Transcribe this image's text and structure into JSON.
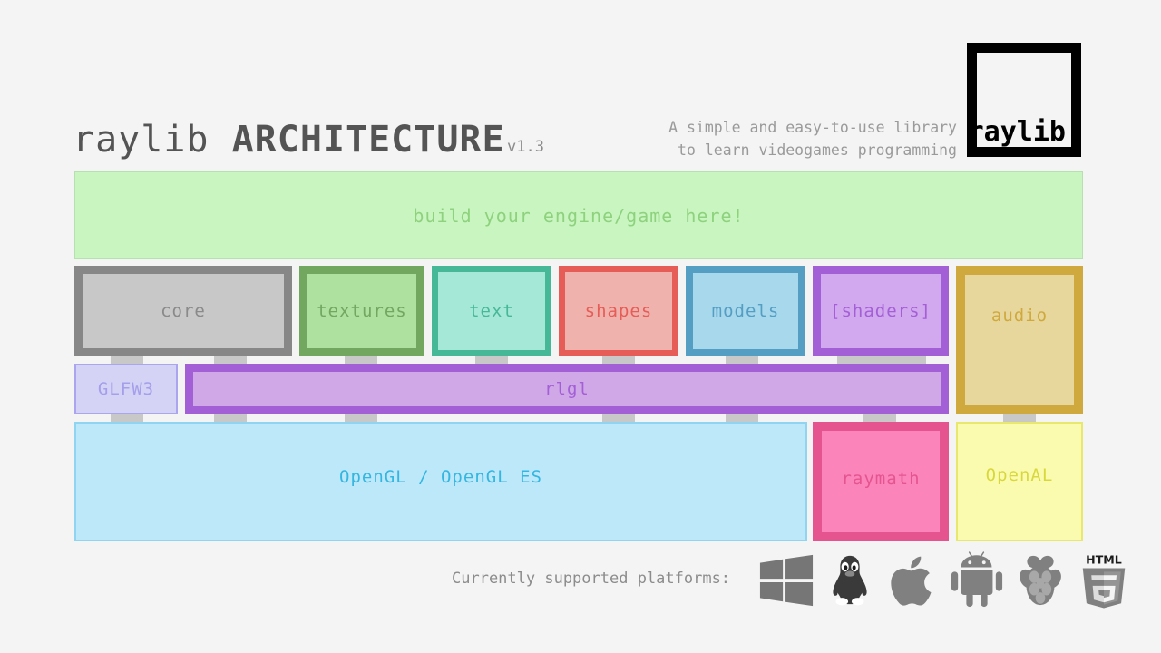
{
  "header": {
    "title_light": "raylib ",
    "title_bold": "ARCHITECTURE",
    "version": "v1.3",
    "tagline_line1": "A simple and easy-to-use library",
    "tagline_line2": "to learn videogames programming",
    "logo_text": "raylib"
  },
  "banner": {
    "label": "build your engine/game here!"
  },
  "modules": [
    {
      "id": "core",
      "label": "core"
    },
    {
      "id": "textures",
      "label": "textures"
    },
    {
      "id": "text",
      "label": "text"
    },
    {
      "id": "shapes",
      "label": "shapes"
    },
    {
      "id": "models",
      "label": "models"
    },
    {
      "id": "shaders",
      "label": "[shaders]"
    },
    {
      "id": "audio",
      "label": "audio"
    }
  ],
  "layers": [
    {
      "id": "glfw",
      "label": "GLFW3"
    },
    {
      "id": "rlgl",
      "label": "rlgl"
    },
    {
      "id": "opengl",
      "label": "OpenGL / OpenGL ES"
    },
    {
      "id": "raymath",
      "label": "raymath"
    },
    {
      "id": "openal",
      "label": "OpenAL"
    }
  ],
  "footer": {
    "platforms_label": "Currently supported platforms:",
    "platforms": [
      {
        "name": "windows-icon",
        "label": "Windows"
      },
      {
        "name": "linux-tux-icon",
        "label": "Linux"
      },
      {
        "name": "apple-icon",
        "label": "macOS"
      },
      {
        "name": "android-icon",
        "label": "Android"
      },
      {
        "name": "raspberry-pi-icon",
        "label": "Raspberry Pi"
      },
      {
        "name": "html5-icon",
        "label": "HTML5"
      }
    ]
  },
  "colors": {
    "background": "#f4f4f4",
    "title": "#545454",
    "tagline": "#9a9a9a",
    "banner_fill": "#c9f5c0",
    "banner_text": "#8ed27e",
    "core": "#878787",
    "textures": "#72a760",
    "text": "#46b898",
    "shapes": "#e65c57",
    "models": "#549ec4",
    "shaders": "#a35fd6",
    "audio": "#cfa93e",
    "glfw": "#a49fea",
    "rlgl": "#a35fd6",
    "opengl": "#35b6e0",
    "raymath": "#e5548f",
    "openal": "#d8d83e",
    "connector": "#c8c8c8",
    "icon_gray": "#808080"
  }
}
